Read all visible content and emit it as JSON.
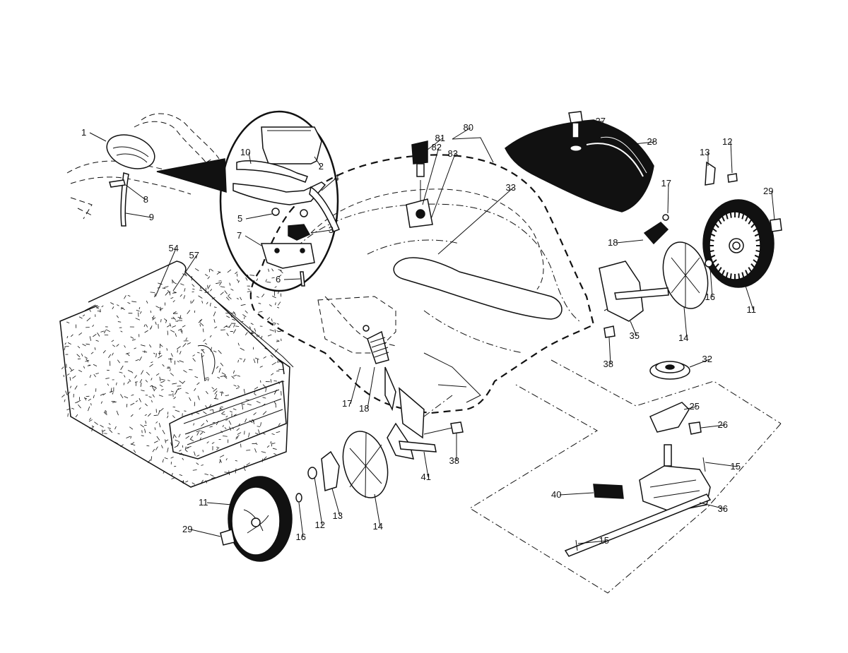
{
  "callouts": [
    {
      "id": "1",
      "label": "1"
    },
    {
      "id": "2",
      "label": "2"
    },
    {
      "id": "3",
      "label": "3"
    },
    {
      "id": "4",
      "label": "4"
    },
    {
      "id": "5",
      "label": "5"
    },
    {
      "id": "6",
      "label": "6"
    },
    {
      "id": "7",
      "label": "7"
    },
    {
      "id": "8",
      "label": "8"
    },
    {
      "id": "9",
      "label": "9"
    },
    {
      "id": "10",
      "label": "10"
    },
    {
      "id": "11a",
      "label": "11"
    },
    {
      "id": "11b",
      "label": "11"
    },
    {
      "id": "12a",
      "label": "12"
    },
    {
      "id": "12b",
      "label": "12"
    },
    {
      "id": "13a",
      "label": "13"
    },
    {
      "id": "13b",
      "label": "13"
    },
    {
      "id": "14a",
      "label": "14"
    },
    {
      "id": "14b",
      "label": "14"
    },
    {
      "id": "15a",
      "label": "15"
    },
    {
      "id": "15b",
      "label": "15"
    },
    {
      "id": "16a",
      "label": "16"
    },
    {
      "id": "16b",
      "label": "16"
    },
    {
      "id": "17a",
      "label": "17"
    },
    {
      "id": "17b",
      "label": "17"
    },
    {
      "id": "18a",
      "label": "18"
    },
    {
      "id": "18b",
      "label": "18"
    },
    {
      "id": "25",
      "label": "25"
    },
    {
      "id": "26",
      "label": "26"
    },
    {
      "id": "27",
      "label": "27"
    },
    {
      "id": "28",
      "label": "28"
    },
    {
      "id": "29a",
      "label": "29"
    },
    {
      "id": "29b",
      "label": "29"
    },
    {
      "id": "32",
      "label": "32"
    },
    {
      "id": "33",
      "label": "33"
    },
    {
      "id": "35",
      "label": "35"
    },
    {
      "id": "36",
      "label": "36"
    },
    {
      "id": "38a",
      "label": "38"
    },
    {
      "id": "38b",
      "label": "38"
    },
    {
      "id": "40",
      "label": "40"
    },
    {
      "id": "41",
      "label": "41"
    },
    {
      "id": "54",
      "label": "54"
    },
    {
      "id": "57",
      "label": "57"
    },
    {
      "id": "80",
      "label": "80"
    },
    {
      "id": "81",
      "label": "81"
    },
    {
      "id": "82",
      "label": "82"
    },
    {
      "id": "83",
      "label": "83"
    }
  ],
  "colors": {
    "line": "#111111",
    "background": "#ffffff",
    "shade": "#666666"
  }
}
